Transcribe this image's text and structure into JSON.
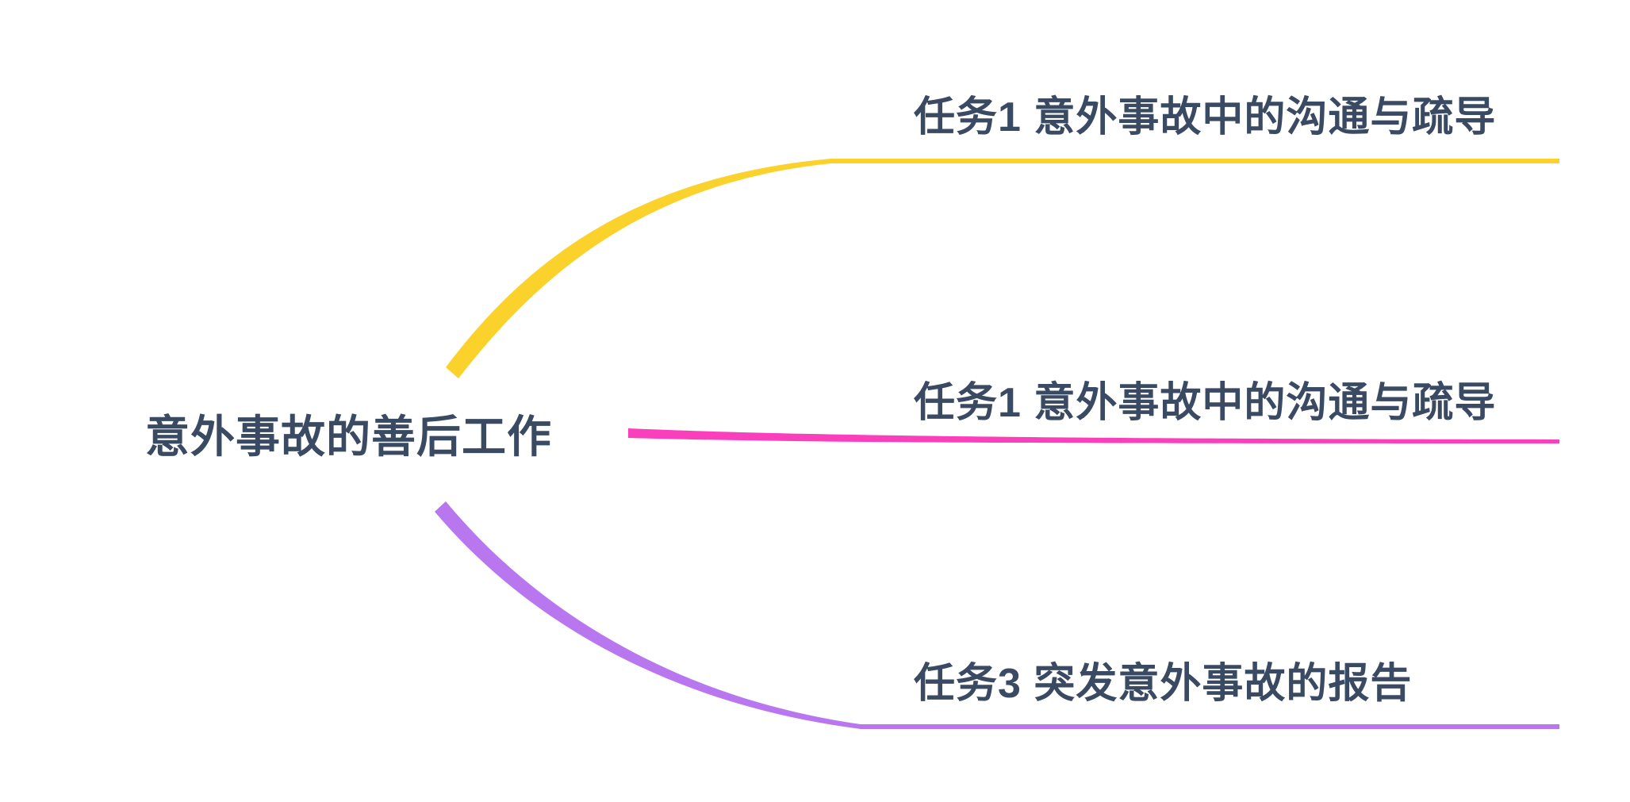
{
  "diagram": {
    "type": "mindmap",
    "root": {
      "label": "意外事故的善后工作"
    },
    "branches": [
      {
        "label": "任务1 意外事故中的沟通与疏导",
        "color": "#FBD22B",
        "position": "top"
      },
      {
        "label": "任务1 意外事故中的沟通与疏导",
        "color": "#FA3FBC",
        "position": "middle"
      },
      {
        "label": "任务3  突发意外事故的报告",
        "color": "#B977EF",
        "position": "bottom"
      }
    ],
    "colors": {
      "text": "#3A4A63",
      "background": "#FFFFFF"
    }
  }
}
